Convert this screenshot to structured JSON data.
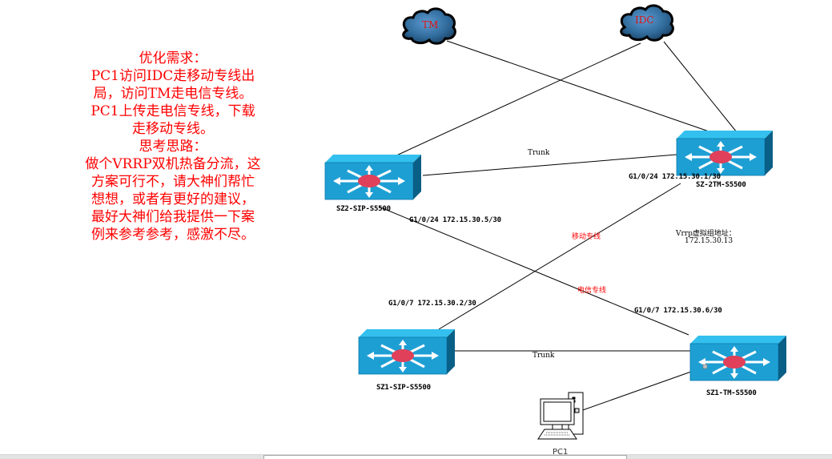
{
  "note": {
    "lines": [
      "优化需求：",
      "PC1访问IDC走移动专线出",
      "局，访问TM走电信专线。",
      "PC1上传走电信专线，下载",
      "走移动专线。",
      "思考思路：",
      "做个VRRP双机热备分流，这",
      "方案可行不，请大神们帮忙",
      "想想，或者有更好的建议，",
      "最好大神们给我提供一下案",
      "例来参考参考，感激不尽。"
    ]
  },
  "clouds": {
    "tm": "TM",
    "idc": "IDC"
  },
  "devices": {
    "sz2_sip": "SZ2-SIP-S5500",
    "sz_2tm": "SZ-2TM-S5500",
    "sz1_sip": "SZ1-SIP-S5500",
    "sz1_tm": "SZ1-TM-S5500",
    "pc1": "PC1"
  },
  "links": {
    "trunk_top": "Trunk",
    "trunk_bottom": "Trunk",
    "mobile_line": "移动专线",
    "telecom_line": "电信专线"
  },
  "interfaces": {
    "sz2_sip_g1_0_24": "G1/0/24 172.15.30.5/30",
    "sz_2tm_g1_0_24": "G1/0/24 172.15.30.1/30",
    "sz1_sip_g1_0_7": "G1/0/7 172.15.30.2/30",
    "sz1_tm_g1_0_7": "G1/0/7 172.15.30.6/30"
  },
  "vrrp": {
    "label": "Vrrp虚拟组地址：",
    "address": "172.15.30.13"
  },
  "colors": {
    "note_text": "#ff0000",
    "switch_face": "#1e9fd4",
    "switch_side": "#0a5f86",
    "switch_hub": "#e0405a",
    "cloud": "#2f6a9a"
  }
}
